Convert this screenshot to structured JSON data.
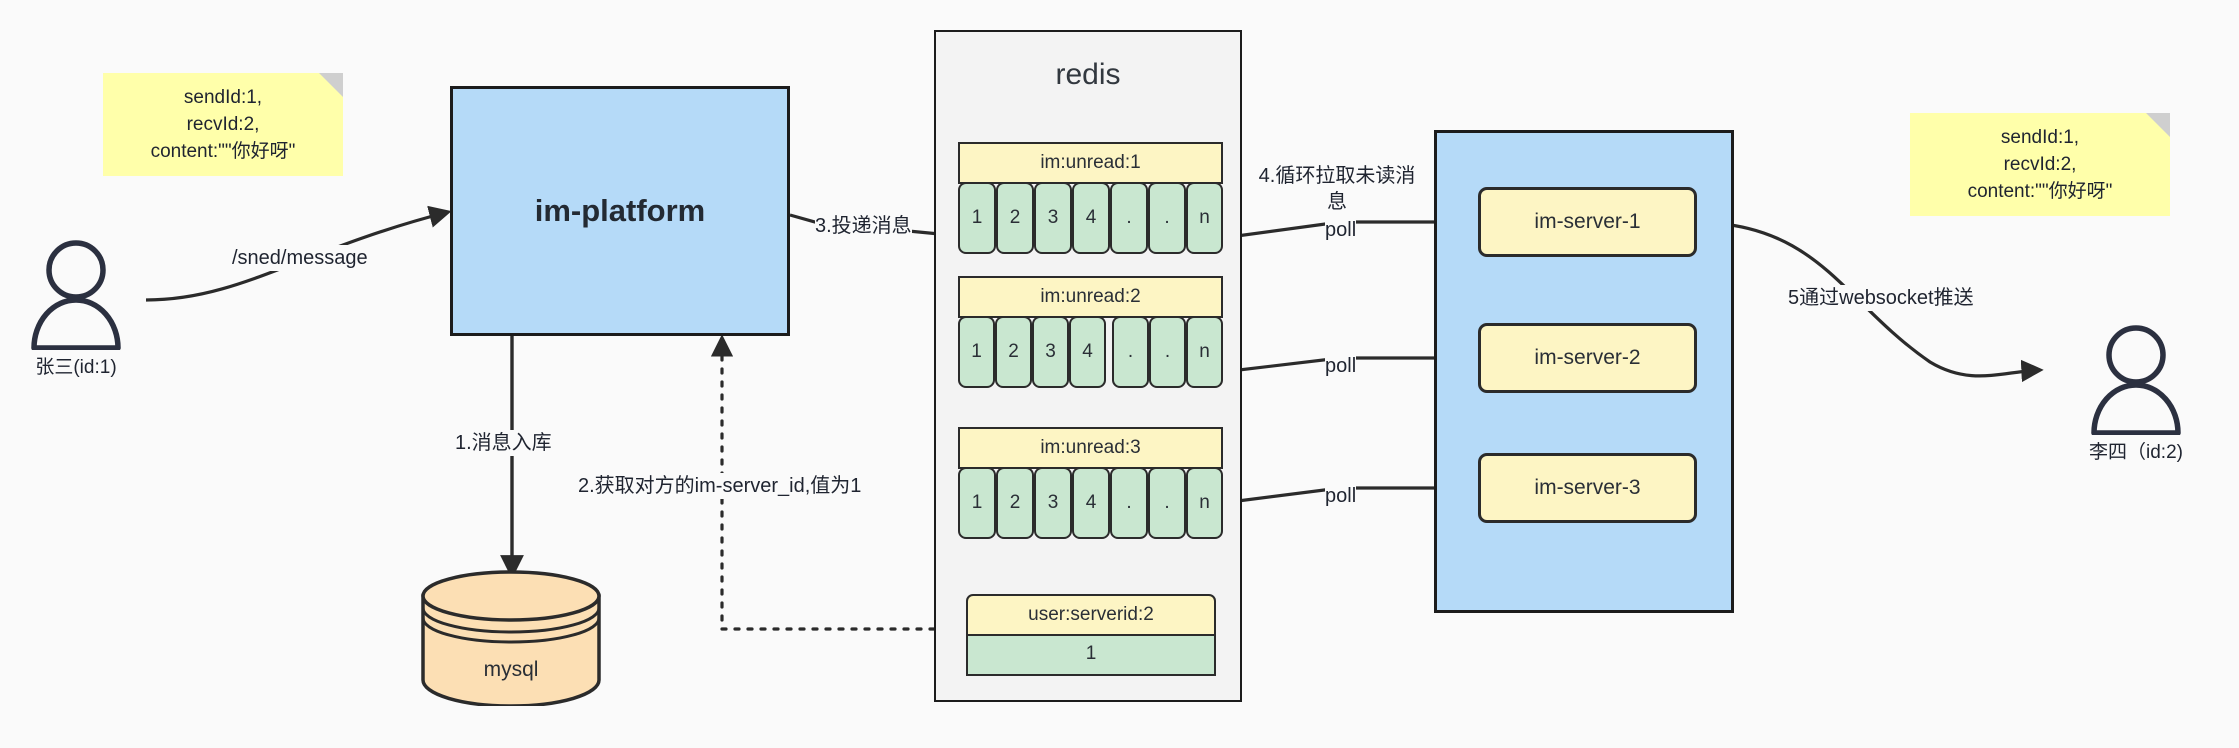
{
  "diagram": {
    "title": "im message flow",
    "colors": {
      "background": "#fafafa",
      "note_fill": "#ffffaa",
      "note_fold": "#cfcfcf",
      "blue_fill": "#b5daf8",
      "redis_fill": "#f3f3f3",
      "queue_head_fill": "#fdf5c4",
      "queue_cell_fill": "#c9e7d0",
      "chip_fill": "#fdf5c4",
      "db_fill": "#fcdfb4",
      "stroke": "#1c1c1c",
      "text": "#1f2430"
    }
  },
  "notes": {
    "left": {
      "lines": [
        "sendId:1,",
        "recvId:2,",
        "content:\"\"你好呀\""
      ]
    },
    "right": {
      "lines": [
        "sendId:1,",
        "recvId:2,",
        "content:\"\"你好呀\""
      ]
    }
  },
  "actors": {
    "sender": {
      "label": "张三(id:1)",
      "icon": "user-icon"
    },
    "receiver": {
      "label": "李四（id:2)",
      "icon": "user-icon"
    }
  },
  "services": {
    "im_platform": {
      "title": "im-platform"
    },
    "redis": {
      "title": "redis"
    },
    "mysql": {
      "title": "mysql"
    },
    "server_group": {
      "servers": [
        {
          "label": "im-server-1"
        },
        {
          "label": "im-server-2"
        },
        {
          "label": "im-server-3"
        }
      ]
    }
  },
  "redis_keys": {
    "queues": [
      {
        "name": "im:unread:1",
        "cells": [
          "1",
          "2",
          "3",
          "4",
          ".",
          ".",
          "n"
        ]
      },
      {
        "name": "im:unread:2",
        "cells": [
          "1",
          "2",
          "3",
          "4",
          ".",
          ".",
          "n"
        ]
      },
      {
        "name": "im:unread:3",
        "cells": [
          "1",
          "2",
          "3",
          "4",
          ".",
          ".",
          "n"
        ]
      }
    ],
    "kv": {
      "name": "user:serverid:2",
      "value": "1"
    }
  },
  "edges": {
    "send_message": "/sned/message",
    "step1": "1.消息入库",
    "step2": "2.获取对方的im-server_id,值为1",
    "step3": "3.投递消息",
    "step4_line1": "4.循环拉取未读消",
    "step4_line2": "息",
    "step5": "5通过websocket推送",
    "poll1": "poll",
    "poll2": "poll",
    "poll3": "poll"
  }
}
